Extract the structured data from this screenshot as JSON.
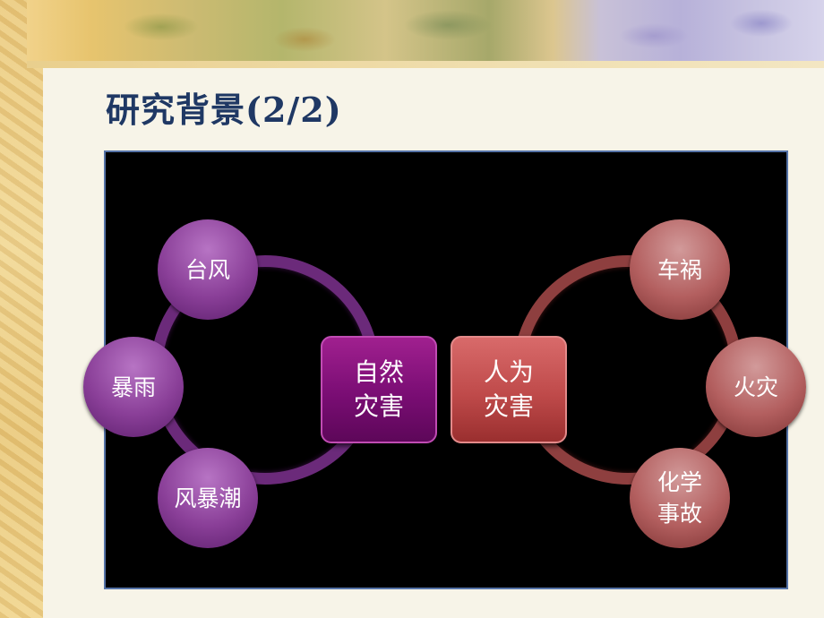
{
  "slide": {
    "title": "研究背景(2/2)"
  },
  "diagram": {
    "natural": {
      "hub_line1": "自然",
      "hub_line2": "灾害",
      "items": [
        "台风",
        "暴雨",
        "风暴潮"
      ]
    },
    "human": {
      "hub_line1": "人为",
      "hub_line2": "灾害",
      "items": [
        "车祸",
        "火灾"
      ],
      "item3_line1": "化学",
      "item3_line2": "事故"
    },
    "colors": {
      "natural_accent": "#7a0d74",
      "human_accent": "#bf4a4a",
      "panel_background": "#000000",
      "title_color": "#1f3864"
    }
  }
}
